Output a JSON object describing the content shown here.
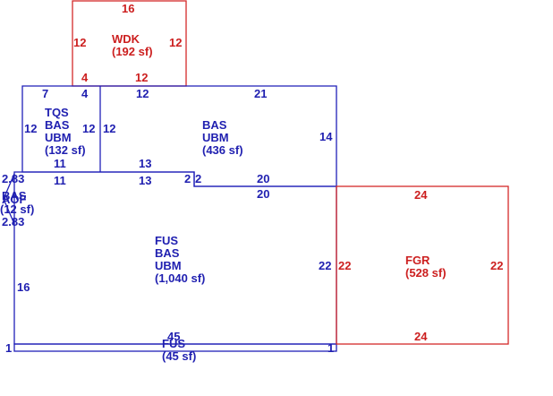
{
  "areas": {
    "wdk": {
      "name": "WDK",
      "size": "(192 sf)"
    },
    "tqs": {
      "l1": "TQS",
      "l2": "BAS",
      "l3": "UBM",
      "size": "(132 sf)"
    },
    "bas_upper": {
      "l1": "BAS",
      "l2": "UBM",
      "size": "(436 sf)"
    },
    "bas_small": {
      "l1": "BAS",
      "l2": "AOF",
      "size": "(12 sf)"
    },
    "fus_main": {
      "l1": "FUS",
      "l2": "BAS",
      "l3": "UBM",
      "size": "(1,040 sf)"
    },
    "fus_strip": {
      "name": "FUS",
      "size": "(45 sf)",
      "dim": "45"
    },
    "fgr": {
      "name": "FGR",
      "size": "(528 sf)"
    }
  },
  "dimensions": {
    "wdk_top": "16",
    "wdk_left": "12",
    "wdk_right": "12",
    "wdk_bottom_left": "4",
    "wdk_bottom": "12",
    "tqs_top_left": "7",
    "tqs_top_right": "4",
    "tqs_left": "12",
    "tqs_right": "12",
    "tqs_bottom": "11",
    "tqs_bottom_outer": "11",
    "upper_top_left": "12",
    "upper_top_right": "21",
    "upper_left": "12",
    "upper_right": "14",
    "upper_bottom": "13",
    "upper_bottom_outer": "13",
    "step_a": "2",
    "step_b": "2",
    "step_top": "20",
    "step_bottom": "20",
    "notch_top": "2.83",
    "notch_bottom": "2.83",
    "main_left": "16",
    "main_right": "22",
    "strip_left": "1",
    "strip_right": "1",
    "fgr_top": "24",
    "fgr_left": "22",
    "fgr_right": "22",
    "fgr_bottom": "24"
  }
}
